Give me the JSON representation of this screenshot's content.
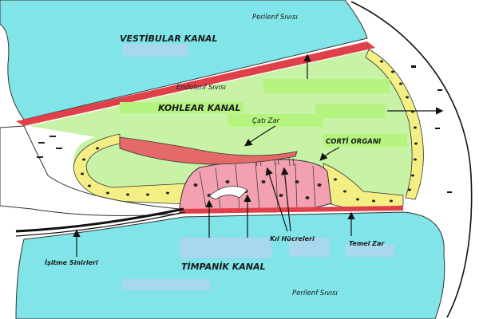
{
  "labels": {
    "vestibular_canal": "VESTİBULAR KANAL",
    "perilymph_top": "Perilenf Sıvısı",
    "endolymph": "Endolenf Sıvısı",
    "cochlear_canal": "KOHLEAR KANAL",
    "tectorial_membrane": "Çatı Zar",
    "organ_of_corti": "CORTİ ORGANI",
    "hair_cells": "Kıl Hücreleri",
    "basilar_membrane": "Temel Zar",
    "auditory_nerves": "İşitme Sinirleri",
    "tympanic_canal": "TİMPANİK KANAL",
    "perilymph_bottom": "Perilenf Sıvısı"
  },
  "colors": {
    "perilymph_fill": "#80e4e8",
    "cochlear_fill": "#c8f2a6",
    "label_green": "#b5f57f",
    "label_blue": "#a9d7ee",
    "tectorial_fill": "#e46a6a",
    "corti_fill": "#f3a0b0",
    "cell_yellow": "#f3ef85",
    "membrane_red": "#e0404a"
  }
}
